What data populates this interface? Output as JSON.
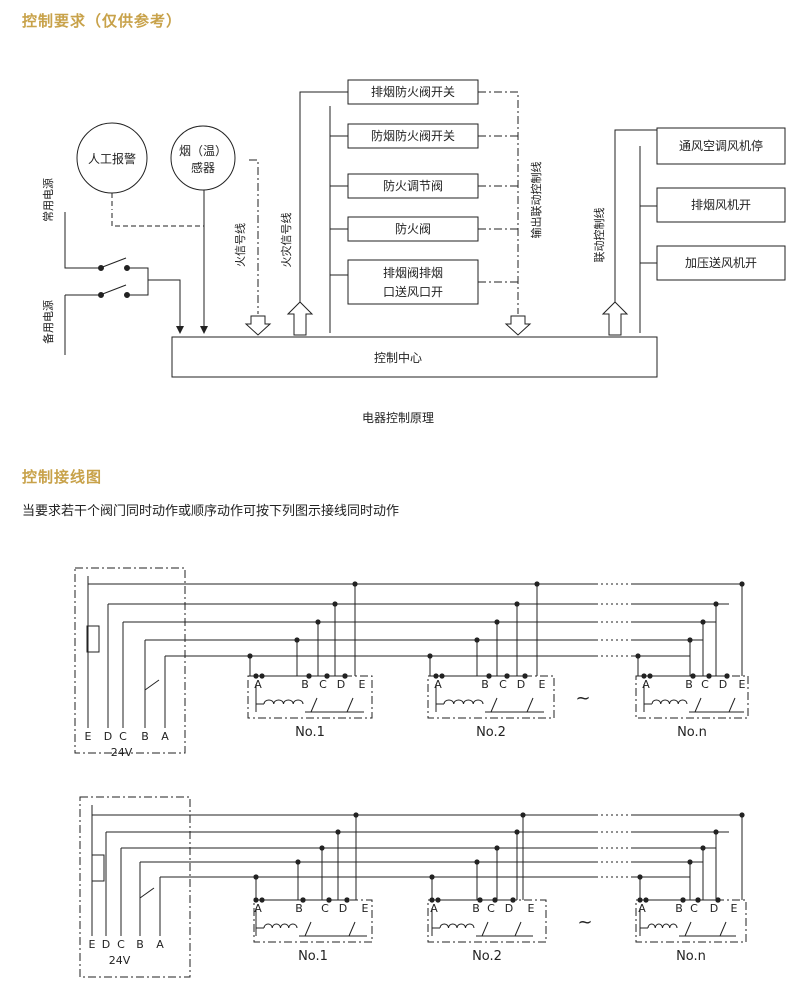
{
  "section1": {
    "title": "控制要求（仅供参考）"
  },
  "principle": {
    "manual_alarm": "人工报警",
    "detector_l1": "烟（温）",
    "detector_l2": "感器",
    "normal_power": "常用电源",
    "backup_power": "备用电源",
    "fire_signal_line_a": "火信号线",
    "fire_signal_line_b": "火灾信号线",
    "output_link_line": "输出联动控制线",
    "link_control_line": "联动控制线",
    "valves": [
      "排烟防火阀开关",
      "防烟防火阀开关",
      "防火调节阀",
      "防火阀"
    ],
    "valve5_l1": "排烟阀排烟",
    "valve5_l2": "口送风口开",
    "fans": [
      "通风空调风机停",
      "排烟风机开",
      "加压送风机开"
    ],
    "control_center": "控制中心",
    "caption": "电器控制原理"
  },
  "section2": {
    "title": "控制接线图",
    "desc": "当要求若干个阀门同时动作或顺序动作可按下列图示接线同时动作"
  },
  "wiring": {
    "terminals": [
      "E",
      "D",
      "C",
      "B",
      "A"
    ],
    "unit_terminals": [
      "A",
      "B",
      "C",
      "D",
      "E"
    ],
    "voltage": "24V",
    "tilde": "~",
    "units": [
      "No.1",
      "No.2",
      "No.n"
    ]
  }
}
